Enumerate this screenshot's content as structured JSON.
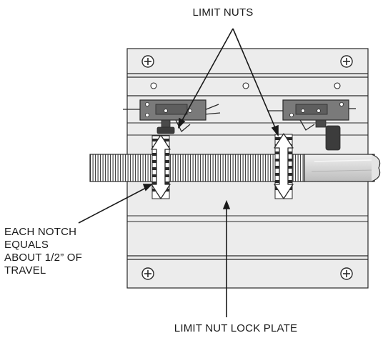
{
  "labels": {
    "limit_nuts": "LIMIT NUTS",
    "notch_note": [
      "EACH NOTCH",
      "EQUALS",
      "ABOUT 1/2” OF",
      "TRAVEL"
    ],
    "lock_plate": "LIMIT NUT LOCK PLATE"
  },
  "colors": {
    "plate_fill": "#ececec",
    "line": "#2a2a2a",
    "rod_thread": "#3a3a3a",
    "rod_smooth": "#d9d9d9",
    "switch_body": "#7a7a7a",
    "arrow_fill": "#ffffff"
  },
  "icons": [
    "screw-icon",
    "switch-icon",
    "double-arrow-icon",
    "notch-icon"
  ]
}
